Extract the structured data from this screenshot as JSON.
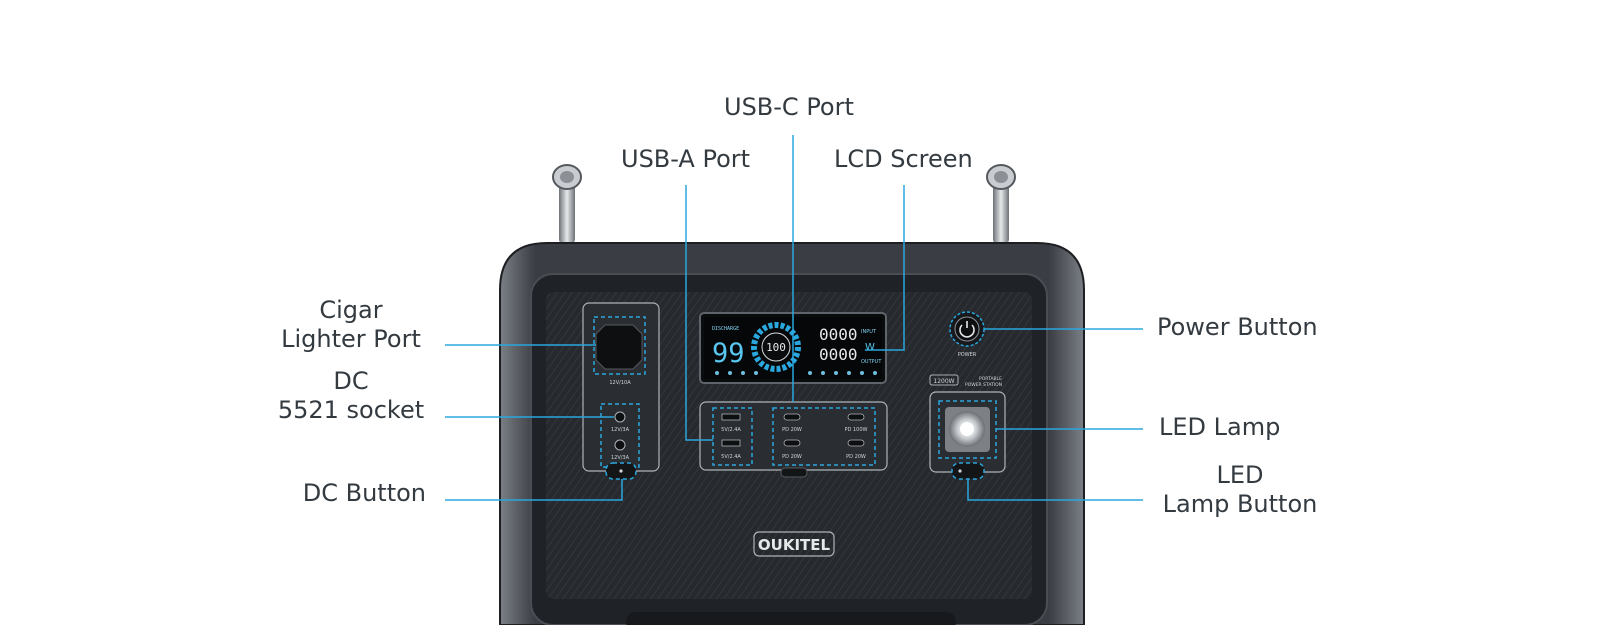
{
  "callouts": {
    "usb_c": "USB-C Port",
    "usb_a": "USB-A Port",
    "lcd": "LCD Screen",
    "cigar": [
      "Cigar",
      "Lighter Port"
    ],
    "dc_socket": [
      "DC",
      "5521 socket"
    ],
    "dc_button": "DC Button",
    "power_button": "Power Button",
    "led_lamp": "LED Lamp",
    "led_lamp_button": [
      "LED",
      "Lamp Button"
    ]
  },
  "device": {
    "brand": "OUKITEL",
    "power_label": "POWER",
    "capacity_badge": "1200W",
    "product_line1": "PORTABLE",
    "product_line2": "POWER STATION",
    "cigar_rating": "12V/10A",
    "dc_rating_1": "12V/3A",
    "dc_rating_2": "12V/3A",
    "usb_a_rating_1": "5V/2.4A",
    "usb_a_rating_2": "5V/2.4A",
    "usbc_1": "PD 20W",
    "usbc_2": "PD 100W",
    "usbc_3": "PD 20W",
    "usbc_4": "PD 20W",
    "lcd": {
      "discharge_label": "DISCHARGE",
      "battery_percent": "99",
      "ring_value": "100",
      "input_value": "0000",
      "input_label": "INPUT",
      "output_value": "0000",
      "output_label": "OUTPUT",
      "unit": "W"
    }
  },
  "colors": {
    "callout_line": "#2aa7de",
    "dashed_box": "#2aa7de",
    "body_dark": "#2b2e33",
    "label_text": "#333a40"
  }
}
